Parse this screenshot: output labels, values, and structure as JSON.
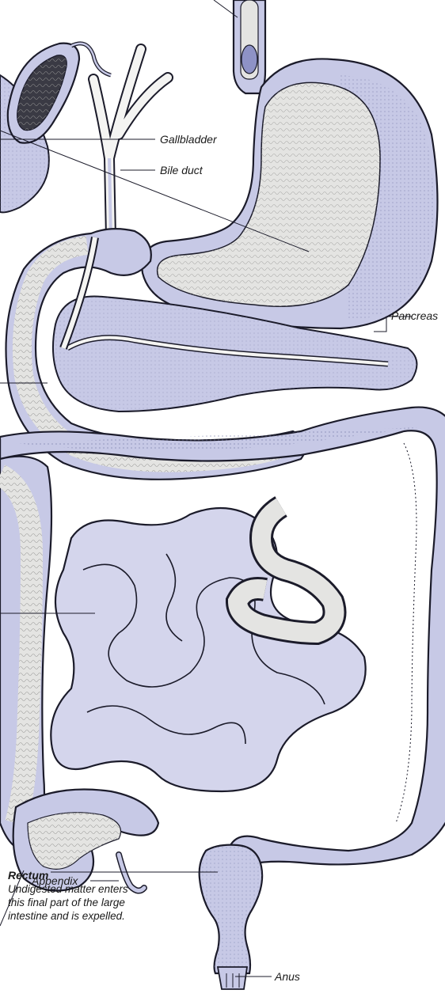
{
  "colors": {
    "organ_fill": "#c7c9e6",
    "organ_dark": "#8e92c6",
    "lining_fill": "#e4e4e2",
    "outline": "#1b1b2a",
    "background": "#ffffff"
  },
  "labels": {
    "gallbladder": "Gallbladder",
    "bile_duct": "Bile duct",
    "pancreas": "Pancreas",
    "appendix": "Appendix",
    "anus": "Anus",
    "rectum_title": "Rectum",
    "rectum_desc_1": "Undigested matter enters",
    "rectum_desc_2": "this final part of the large",
    "rectum_desc_3": "intestine and is expelled."
  }
}
